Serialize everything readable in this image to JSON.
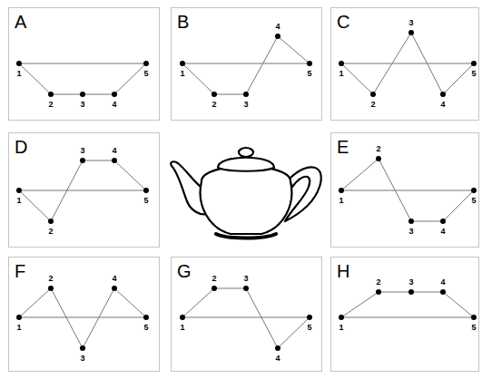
{
  "diagram": {
    "nodes": [
      {
        "text": [
          "A"
        ]
      },
      {
        "text": [
          "B"
        ]
      },
      {
        "text": [
          "C"
        ]
      },
      {
        "text": [
          "D"
        ]
      },
      {
        "text": [
          "E"
        ]
      },
      {
        "text": [
          "F"
        ]
      },
      {
        "text": [
          "G"
        ]
      },
      {
        "text": [
          "H"
        ]
      }
    ],
    "labels": [
      "1",
      "2",
      "3",
      "4",
      "5",
      "1",
      "2",
      "3",
      "4",
      "5",
      "1",
      "2",
      "3",
      "4",
      "5",
      "1",
      "2",
      "3",
      "4",
      "5",
      "1",
      "2",
      "3",
      "4",
      "5",
      "1",
      "2",
      "3",
      "4",
      "5",
      "1",
      "2",
      "3",
      "4",
      "5",
      "1",
      "2",
      "3",
      "4",
      "5"
    ]
  }
}
